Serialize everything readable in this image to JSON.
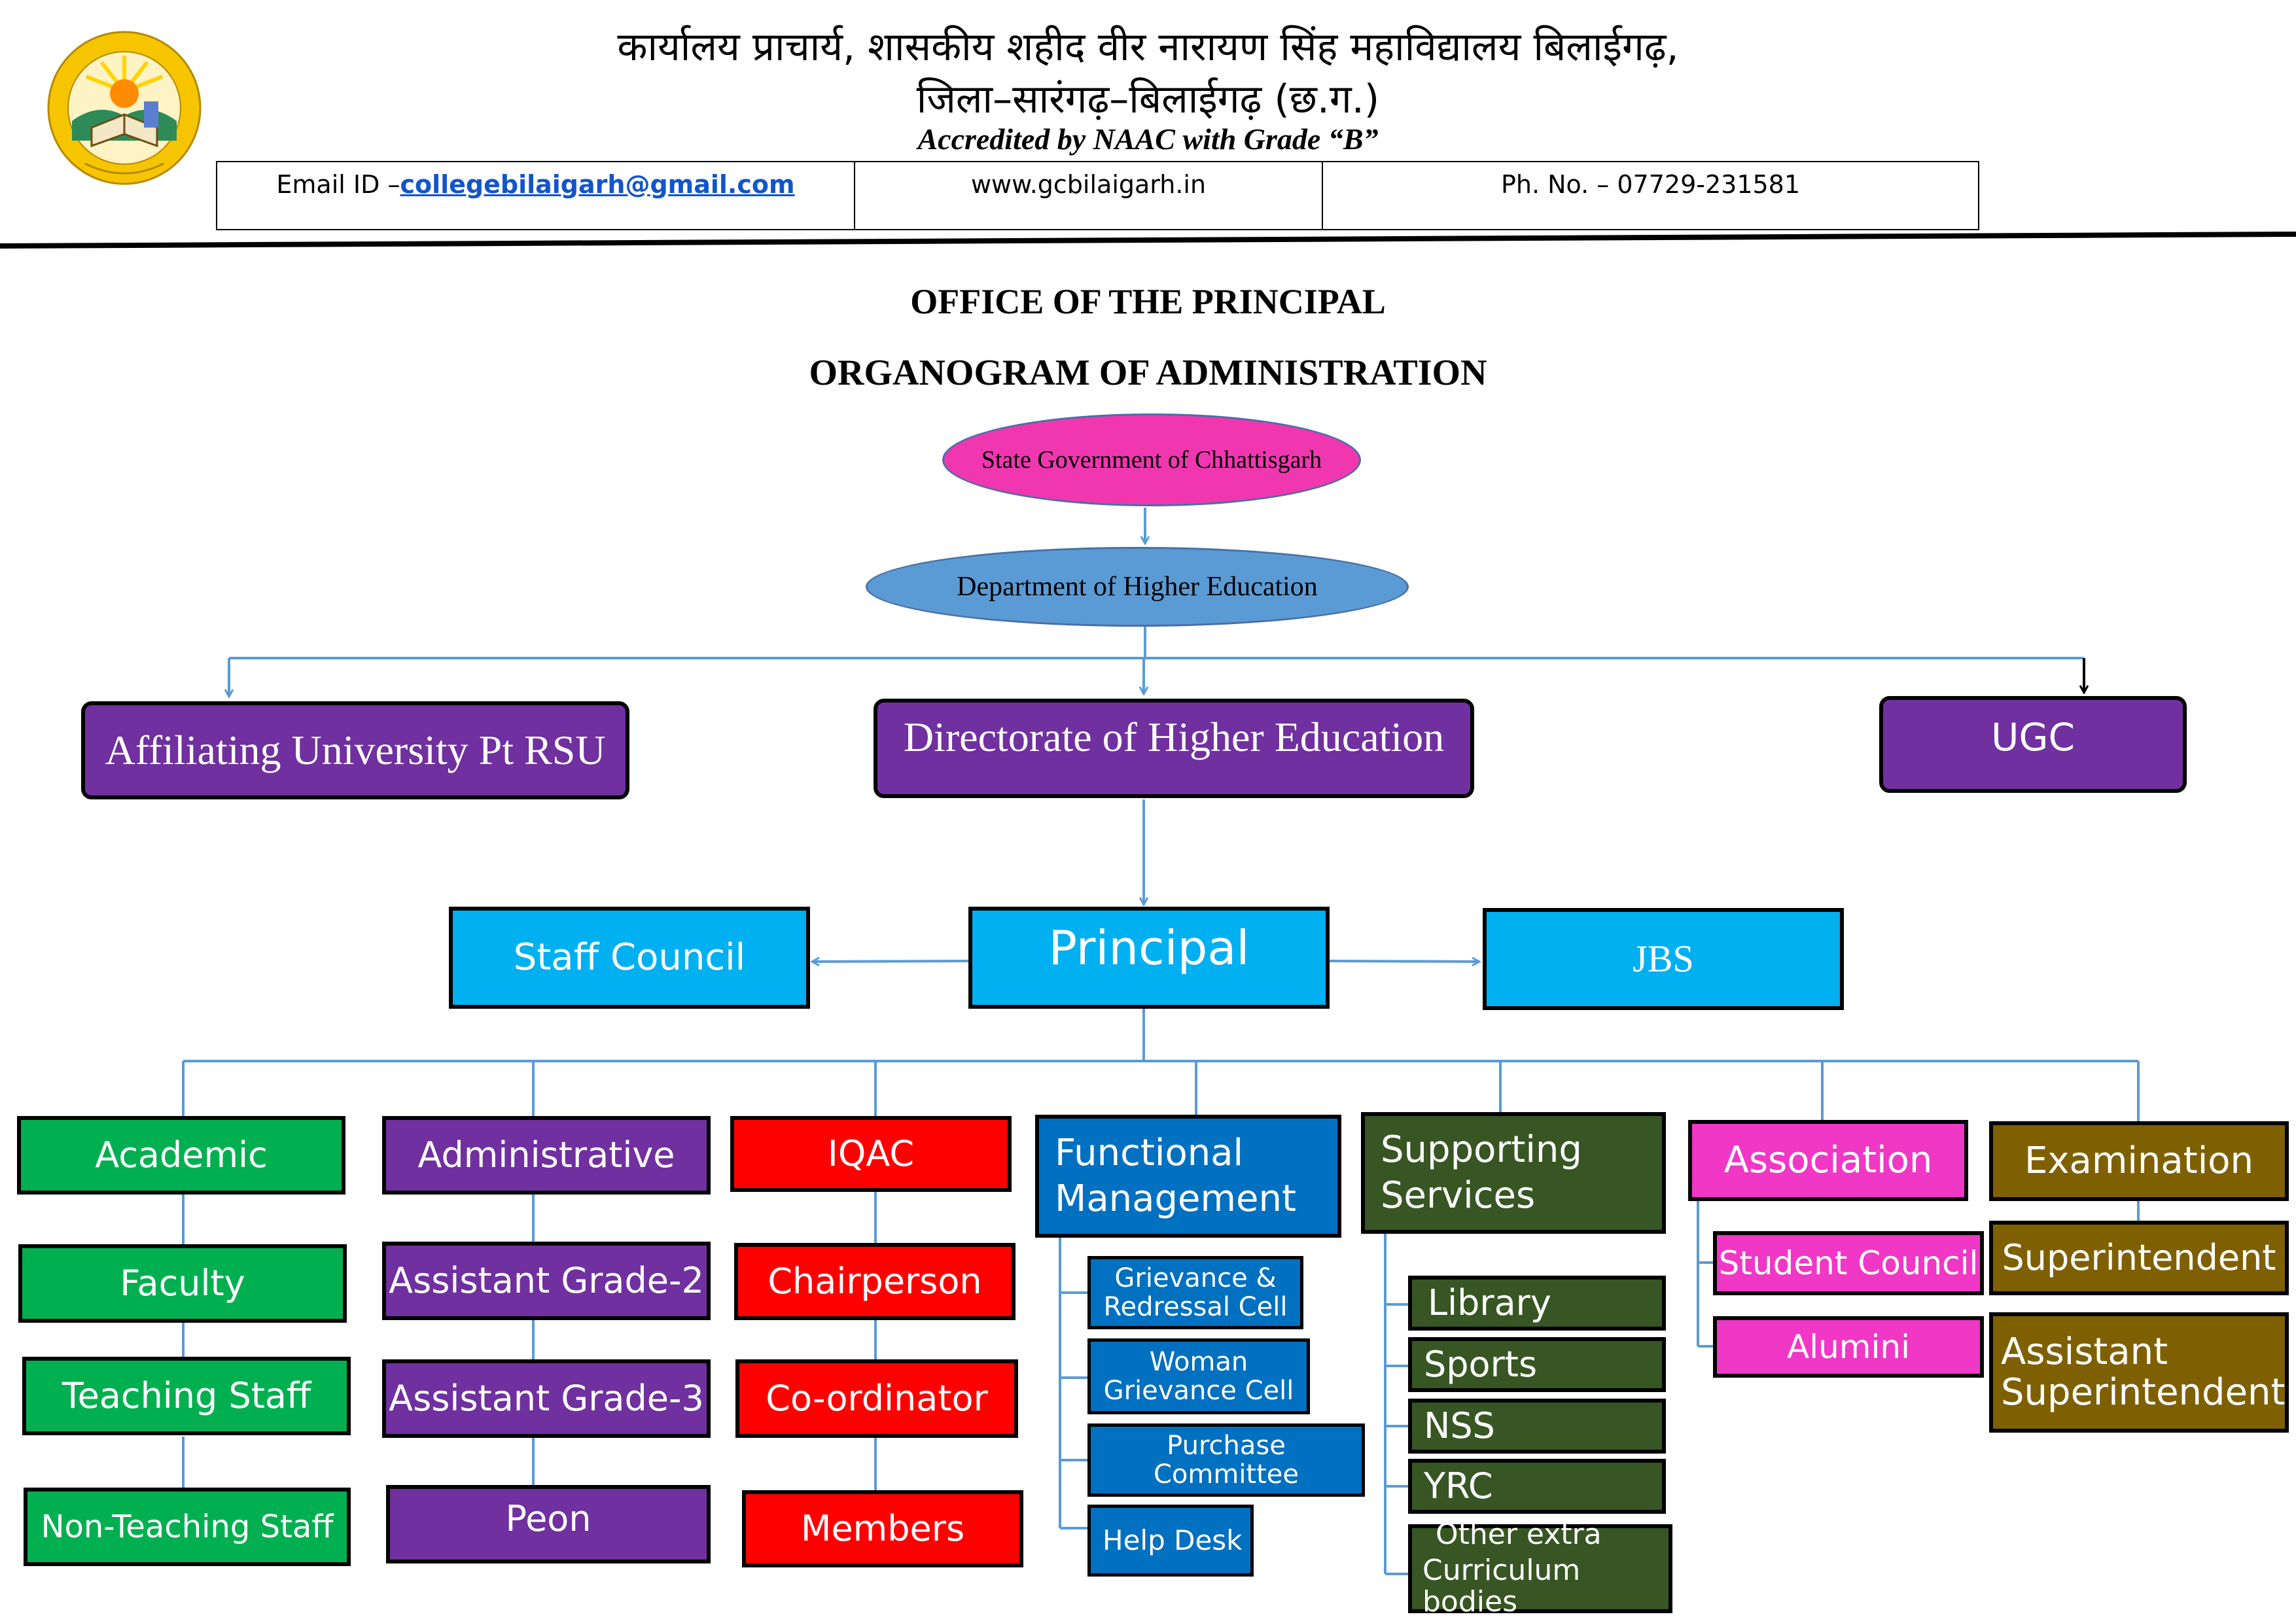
{
  "header": {
    "hindi_line1": "कार्यालय प्राचार्य, शासकीय शहीद वीर नारायण सिंह महाविद्यालय बिलाईगढ़,",
    "hindi_line2": "जिला–सारंगढ़–बिलाईगढ़ (छ.ग.)",
    "accreditation": "Accredited by NAAC with Grade “B”",
    "email_label": "Email ID –",
    "email": "collegebilaigarh@gmail.com",
    "website": "www.gcbilaigarh.in",
    "phone": "Ph. No.  – 07729-231581"
  },
  "titles": {
    "office": "OFFICE OF THE PRINCIPAL",
    "organogram": "ORGANOGRAM OF ADMINISTRATION"
  },
  "nodes": {
    "state_govt": "State Government of Chhattisgarh",
    "dept_higher_edu": "Department of Higher Education",
    "affiliating_university": "Affiliating University Pt RSU",
    "directorate": "Directorate of Higher Education",
    "ugc": "UGC",
    "staff_council": "Staff Council",
    "principal": "Principal",
    "jbs": "JBS",
    "academic": {
      "head": "Academic",
      "items": [
        "Faculty",
        "Teaching Staff",
        "Non-Teaching Staff"
      ]
    },
    "administrative": {
      "head": "Administrative",
      "items": [
        "Assistant Grade-2",
        "Assistant Grade-3",
        "Peon"
      ]
    },
    "iqac": {
      "head": "IQAC",
      "items": [
        "Chairperson",
        "Co-ordinator",
        "Members"
      ]
    },
    "functional": {
      "head_line1": "Functional",
      "head_line2": "Management",
      "items": [
        {
          "l1": "Grievance &",
          "l2": "Redressal Cell"
        },
        {
          "l1": "Woman",
          "l2": "Grievance Cell"
        },
        {
          "l1": "Purchase Committee",
          "l2": ""
        },
        {
          "l1": "Help Desk",
          "l2": ""
        }
      ]
    },
    "supporting": {
      "head_line1": "Supporting",
      "head_line2": "Services",
      "items": [
        "Library",
        "Sports",
        "NSS",
        "YRC"
      ],
      "last_l1": "Other extra",
      "last_l2": "Curriculum bodies"
    },
    "association": {
      "head": "Association",
      "items": [
        "Student Council",
        "Alumini"
      ]
    },
    "examination": {
      "head": "Examination",
      "item1": "Superintendent",
      "item2_l1": "Assistant",
      "item2_l2": "Superintendent"
    }
  },
  "colors": {
    "purple": "#7030a0",
    "cyan": "#00b0f0",
    "green": "#00b050",
    "red": "#ff0000",
    "blue": "#0070c0",
    "olive": "#375623",
    "pink": "#f037c6",
    "brown": "#7f6000",
    "connector": "#5b9bd5"
  },
  "icons": {
    "logo": "college-emblem-icon"
  }
}
